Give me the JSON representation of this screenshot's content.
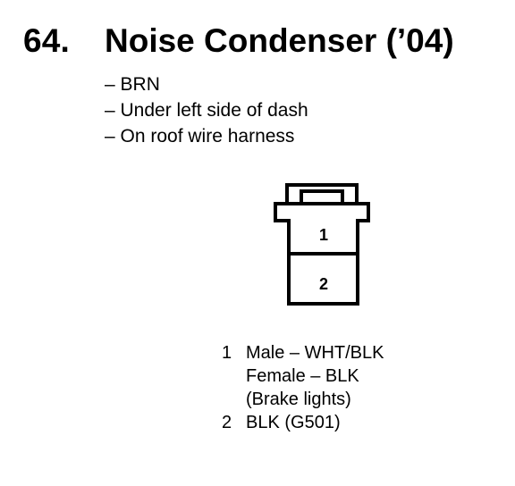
{
  "title": {
    "number": "64.",
    "text": "Noise Condenser (’04)"
  },
  "notes": [
    "BRN",
    "Under left side of dash",
    "On roof wire harness"
  ],
  "connector": {
    "pins": [
      "1",
      "2"
    ]
  },
  "legend": [
    {
      "num": "1",
      "lines": [
        "Male – WHT/BLK",
        "Female – BLK",
        "(Brake lights)"
      ]
    },
    {
      "num": "2",
      "lines": [
        "BLK (G501)"
      ]
    }
  ]
}
